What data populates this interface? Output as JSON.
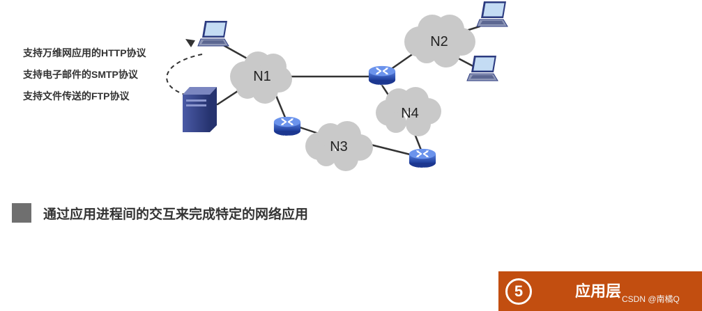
{
  "diagram": {
    "protocols": [
      "支持万维网应用的HTTP协议",
      "支持电子邮件的SMTP协议",
      "支持文件传送的FTP协议"
    ],
    "networks": [
      "N1",
      "N2",
      "N3",
      "N4"
    ],
    "router_label": "ROUTER"
  },
  "summary": "通过应用进程间的交互来完成特定的网络应用",
  "layer_banner": {
    "number": "5",
    "name": "应用层",
    "color": "#c24e10"
  },
  "watermark": "CSDN @南橘Q",
  "colors": {
    "cloud": "#c9c9c9",
    "link": "#333333",
    "device": "#2f3f86",
    "router": "#2f55c7"
  }
}
